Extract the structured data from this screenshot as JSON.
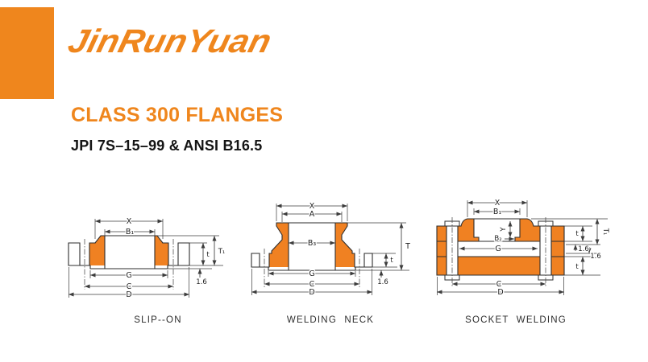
{
  "colors": {
    "accent_orange": "#EF861D",
    "diagram_fill": "#F08122",
    "line_color": "#3c3c3c",
    "text_color": "#141414"
  },
  "brand": {
    "logo_text": "JinRunYuan"
  },
  "header": {
    "title": "CLASS 300 FLANGES",
    "subtitle": "JPI 7S–15–99 & ANSI B16.5"
  },
  "diagrams": {
    "slip_on": {
      "caption": "SLIP--ON",
      "dims": {
        "x": "X",
        "b1": "B₁",
        "g": "G",
        "c": "C",
        "d": "D",
        "t": "t",
        "t1": "T₁",
        "rf": "1.6"
      }
    },
    "welding_neck": {
      "caption": "WELDING NECK",
      "dims": {
        "x": "X",
        "a": "A",
        "b3": "B₃",
        "g": "G",
        "c": "C",
        "d": "D",
        "T": "T",
        "t": "t",
        "rf": "1.6"
      }
    },
    "socket_welding": {
      "caption": "SOCKET WELDING",
      "dims": {
        "x": "X",
        "b1": "B₁",
        "y": "Y",
        "b2": "B₂",
        "g": "G",
        "c": "C",
        "d": "D",
        "t1": "T₁",
        "t_upper": "t",
        "rf_upper": "1.6",
        "rf_lower": "1.6",
        "t_lower": "t"
      }
    }
  }
}
